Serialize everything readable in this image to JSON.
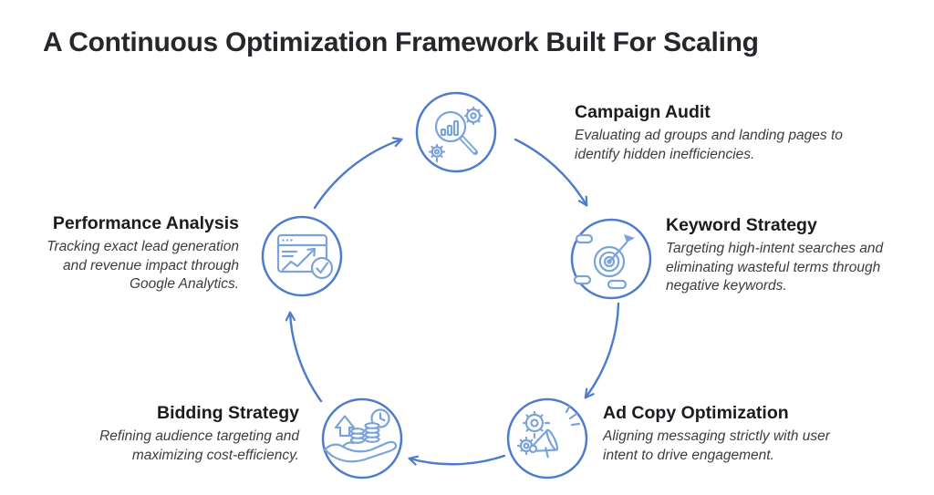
{
  "title": "A Continuous Optimization Framework Built For Scaling",
  "colors": {
    "accent": "#4d7ccd",
    "icon_stroke": "#7ba3da",
    "title_text": "#26262c",
    "heading_text": "#1b1b20",
    "description_text": "#3c3c42",
    "background": "#ffffff"
  },
  "cycle_direction": "clockwise",
  "nodes": [
    {
      "title": "Campaign Audit",
      "description": "Evaluating ad groups and landing pages to identify hidden inefficiencies.",
      "icon": "magnifier-bar-chart-gears-icon",
      "position": "top"
    },
    {
      "title": "Keyword Strategy",
      "description": "Targeting high-intent searches and eliminating wasteful terms through negative keywords.",
      "icon": "target-dart-keyword-tags-icon",
      "position": "right"
    },
    {
      "title": "Ad Copy Optimization",
      "description": "Aligning messaging strictly with user intent to drive engagement.",
      "icon": "megaphone-gears-icon",
      "position": "bottom-right"
    },
    {
      "title": "Bidding Strategy",
      "description": "Refining audience targeting and maximizing cost-efficiency.",
      "icon": "hand-coins-growth-clock-icon",
      "position": "bottom-left"
    },
    {
      "title": "Performance Analysis",
      "description": "Tracking exact lead generation and revenue impact through Google Analytics.",
      "icon": "analytics-window-checkmark-icon",
      "position": "left"
    }
  ]
}
